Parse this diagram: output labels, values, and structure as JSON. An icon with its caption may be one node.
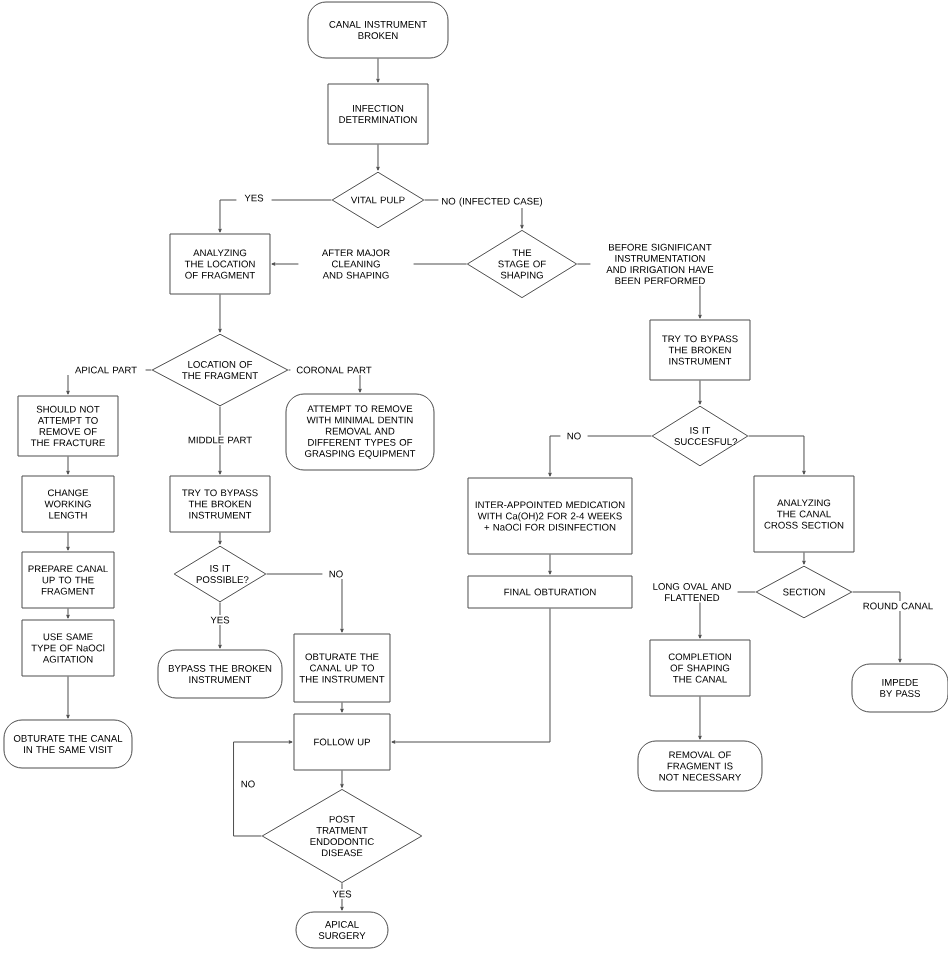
{
  "diagram": {
    "nodes": [
      {
        "text": [
          "CANAL INSTRUMENT BROKEN"
        ]
      },
      {
        "text": [
          "INFECTION DETERMINATION"
        ]
      },
      {
        "text": [
          "VITAL PULP"
        ]
      },
      {
        "text": [
          "ANALYZING THE LOCATION OF FRAGMENT"
        ]
      },
      {
        "text": [
          "THE STAGE OF SHAPING"
        ]
      },
      {
        "text": [
          "TRY TO BYPASS THE BROKEN INSTRUMENT"
        ]
      },
      {
        "text": [
          "LOCATION OF THE FRAGMENT"
        ]
      },
      {
        "text": [
          "SHOULD NOT ATTEMPT TO REMOVE OF THE FRACTURE"
        ]
      },
      {
        "text": [
          "ATTEMPT TO REMOVE WITH MINIMAL DENTIN REMOVAL AND DIFFERENT TYPES OF GRASPING EQUIPMENT"
        ]
      },
      {
        "text": [
          "CHANGE WORKING LENGTH"
        ]
      },
      {
        "text": [
          "TRY TO BYPASS THE BROKEN INSTRUMENT"
        ]
      },
      {
        "text": [
          "IS IT SUCCESFUL?"
        ]
      },
      {
        "text": [
          "INTER-APPOINTED MEDICATION WITH Ca(OH)2 FOR 2-4 WEEKS + NaOCl FOR DISINFECTION"
        ]
      },
      {
        "text": [
          "ANALYZING THE CANAL CROSS SECTION"
        ]
      },
      {
        "text": [
          "PREPARE CANAL UP TO THE FRAGMENT"
        ]
      },
      {
        "text": [
          "IS IT POSSIBLE?"
        ]
      },
      {
        "text": [
          "FINAL OBTURATION"
        ]
      },
      {
        "text": [
          "SECTION"
        ]
      },
      {
        "text": [
          "USE SAME TYPE OF NaOCl AGITATION"
        ]
      },
      {
        "text": [
          "BYPASS THE BROKEN INSTRUMENT"
        ]
      },
      {
        "text": [
          "OBTURATE THE CANAL UP TO THE INSTRUMENT"
        ]
      },
      {
        "text": [
          "COMPLETION OF SHAPING THE CANAL"
        ]
      },
      {
        "text": [
          "IMPEDE BY PASS"
        ]
      },
      {
        "text": [
          "OBTURATE THE CANAL IN THE SAME VISIT"
        ]
      },
      {
        "text": [
          "FOLLOW UP"
        ]
      },
      {
        "text": [
          "REMOVAL OF FRAGMENT IS NOT NECESSARY"
        ]
      },
      {
        "text": [
          "POST TRATMENT ENDODONTIC DISEASE"
        ]
      },
      {
        "text": [
          "APICAL SURGERY"
        ]
      }
    ],
    "edges": [
      {
        "from": 0,
        "to": 1,
        "arrow": "to"
      },
      {
        "from": 1,
        "to": 2,
        "arrow": "to"
      },
      {
        "from": 2,
        "to": 3,
        "arrow": "to",
        "label": "YES"
      },
      {
        "from": 2,
        "to": 4,
        "arrow": "to",
        "label": "NO (INFECTED CASE)"
      },
      {
        "from": 4,
        "to": 3,
        "arrow": "to",
        "label": "AFTER MAJOR CLEANING AND SHAPING"
      },
      {
        "from": 4,
        "to": 5,
        "arrow": "to",
        "label": "BEFORE SIGNIFICANT INSTRUMENTATION AND IRRIGATION HAVE BEEN PERFORMED"
      },
      {
        "from": 3,
        "to": 6,
        "arrow": "to"
      },
      {
        "from": 6,
        "to": 7,
        "arrow": "to",
        "label": "APICAL PART"
      },
      {
        "from": 6,
        "to": 8,
        "arrow": "to",
        "label": "CORONAL PART"
      },
      {
        "from": 6,
        "to": 10,
        "arrow": "to",
        "label": "MIDDLE PART"
      },
      {
        "from": 7,
        "to": 9,
        "arrow": "to"
      },
      {
        "from": 9,
        "to": 14,
        "arrow": "to"
      },
      {
        "from": 14,
        "to": 18,
        "arrow": "to"
      },
      {
        "from": 18,
        "to": 23,
        "arrow": "to"
      },
      {
        "from": 10,
        "to": 15,
        "arrow": "to"
      },
      {
        "from": 15,
        "to": 19,
        "arrow": "to",
        "label": "YES"
      },
      {
        "from": 15,
        "to": 20,
        "arrow": "to",
        "label": "NO"
      },
      {
        "from": 5,
        "to": 11,
        "arrow": "to"
      },
      {
        "from": 11,
        "to": 12,
        "arrow": "to",
        "label": "NO"
      },
      {
        "from": 11,
        "to": 13,
        "arrow": "to"
      },
      {
        "from": 12,
        "to": 16,
        "arrow": "to"
      },
      {
        "from": 13,
        "to": 17,
        "arrow": "to"
      },
      {
        "from": 17,
        "to": 21,
        "arrow": "to",
        "label": "LONG OVAL AND FLATTENED"
      },
      {
        "from": 17,
        "to": 22,
        "arrow": "to",
        "label": "ROUND CANAL"
      },
      {
        "from": 21,
        "to": 25,
        "arrow": "to"
      },
      {
        "from": 20,
        "to": 24,
        "arrow": "to"
      },
      {
        "from": 16,
        "to": 24,
        "arrow": "to"
      },
      {
        "from": 24,
        "to": 26,
        "arrow": "to"
      },
      {
        "from": 26,
        "to": 24,
        "arrow": "to",
        "label": "NO"
      },
      {
        "from": 26,
        "to": 27,
        "arrow": "to",
        "label": "YES"
      }
    ]
  }
}
